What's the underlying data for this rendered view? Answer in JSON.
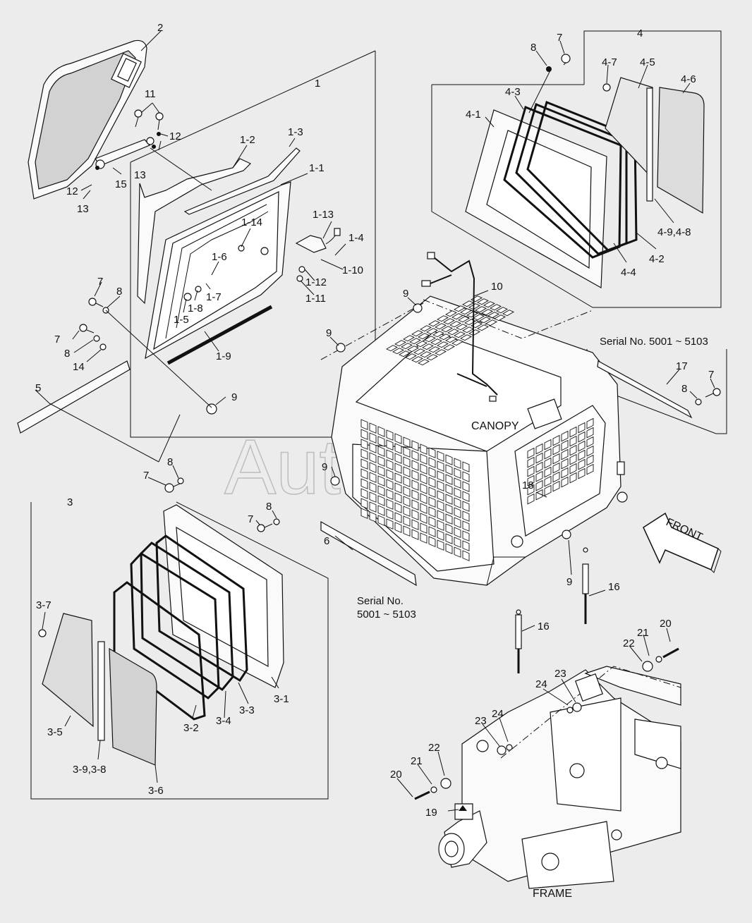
{
  "watermark": "Autosoft",
  "captions": {
    "canopy": "CANOPY",
    "frame": "FRAME",
    "front": "FRONT",
    "serial_top": "Serial No. 5001 ~ 5103",
    "serial_mid_1": "Serial No.",
    "serial_mid_2": "5001 ~ 5103"
  },
  "callouts": [
    {
      "id": "c-2",
      "text": "2"
    },
    {
      "id": "c-1",
      "text": "1"
    },
    {
      "id": "c-11",
      "text": "11"
    },
    {
      "id": "c-12a",
      "text": "12"
    },
    {
      "id": "c-12b",
      "text": "12"
    },
    {
      "id": "c-13a",
      "text": "13"
    },
    {
      "id": "c-13b",
      "text": "13"
    },
    {
      "id": "c-15",
      "text": "15"
    },
    {
      "id": "c-1-2",
      "text": "1-2"
    },
    {
      "id": "c-1-3",
      "text": "1-3"
    },
    {
      "id": "c-1-1",
      "text": "1-1"
    },
    {
      "id": "c-1-14",
      "text": "1-14"
    },
    {
      "id": "c-1-13",
      "text": "1-13"
    },
    {
      "id": "c-1-4",
      "text": "1-4"
    },
    {
      "id": "c-1-10",
      "text": "1-10"
    },
    {
      "id": "c-1-12",
      "text": "1-12"
    },
    {
      "id": "c-1-11",
      "text": "1-11"
    },
    {
      "id": "c-1-6",
      "text": "1-6"
    },
    {
      "id": "c-1-7",
      "text": "1-7"
    },
    {
      "id": "c-1-8",
      "text": "1-8"
    },
    {
      "id": "c-1-5",
      "text": "1-5"
    },
    {
      "id": "c-1-9",
      "text": "1-9"
    },
    {
      "id": "c-7a",
      "text": "7"
    },
    {
      "id": "c-8a",
      "text": "8"
    },
    {
      "id": "c-7b",
      "text": "7"
    },
    {
      "id": "c-8b",
      "text": "8"
    },
    {
      "id": "c-14",
      "text": "14"
    },
    {
      "id": "c-5",
      "text": "5"
    },
    {
      "id": "c-9a",
      "text": "9"
    },
    {
      "id": "c-4",
      "text": "4"
    },
    {
      "id": "c-7c",
      "text": "7"
    },
    {
      "id": "c-8c",
      "text": "8"
    },
    {
      "id": "c-4-7",
      "text": "4-7"
    },
    {
      "id": "c-4-5",
      "text": "4-5"
    },
    {
      "id": "c-4-6",
      "text": "4-6"
    },
    {
      "id": "c-4-3",
      "text": "4-3"
    },
    {
      "id": "c-4-1",
      "text": "4-1"
    },
    {
      "id": "c-4-9-4-8",
      "text": "4-9,4-8"
    },
    {
      "id": "c-4-4",
      "text": "4-4"
    },
    {
      "id": "c-4-2",
      "text": "4-2"
    },
    {
      "id": "c-9b",
      "text": "9"
    },
    {
      "id": "c-10",
      "text": "10"
    },
    {
      "id": "c-9c",
      "text": "9"
    },
    {
      "id": "c-17",
      "text": "17"
    },
    {
      "id": "c-7d",
      "text": "7"
    },
    {
      "id": "c-8d",
      "text": "8"
    },
    {
      "id": "c-7e",
      "text": "7"
    },
    {
      "id": "c-8e",
      "text": "8"
    },
    {
      "id": "c-9d",
      "text": "9"
    },
    {
      "id": "c-18",
      "text": "18"
    },
    {
      "id": "c-3",
      "text": "3"
    },
    {
      "id": "c-7f",
      "text": "7"
    },
    {
      "id": "c-8f",
      "text": "8"
    },
    {
      "id": "c-6",
      "text": "6"
    },
    {
      "id": "c-9e",
      "text": "9"
    },
    {
      "id": "c-16a",
      "text": "16"
    },
    {
      "id": "c-16b",
      "text": "16"
    },
    {
      "id": "c-3-7",
      "text": "3-7"
    },
    {
      "id": "c-3-1",
      "text": "3-1"
    },
    {
      "id": "c-3-2",
      "text": "3-2"
    },
    {
      "id": "c-3-4",
      "text": "3-4"
    },
    {
      "id": "c-3-3",
      "text": "3-3"
    },
    {
      "id": "c-3-5",
      "text": "3-5"
    },
    {
      "id": "c-3-9-3-8",
      "text": "3-9,3-8"
    },
    {
      "id": "c-3-6",
      "text": "3-6"
    },
    {
      "id": "c-20a",
      "text": "20"
    },
    {
      "id": "c-21a",
      "text": "21"
    },
    {
      "id": "c-22a",
      "text": "22"
    },
    {
      "id": "c-23a",
      "text": "23"
    },
    {
      "id": "c-24a",
      "text": "24"
    },
    {
      "id": "c-24b",
      "text": "24"
    },
    {
      "id": "c-23b",
      "text": "23"
    },
    {
      "id": "c-22b",
      "text": "22"
    },
    {
      "id": "c-21b",
      "text": "21"
    },
    {
      "id": "c-20b",
      "text": "20"
    },
    {
      "id": "c-19",
      "text": "19"
    }
  ]
}
